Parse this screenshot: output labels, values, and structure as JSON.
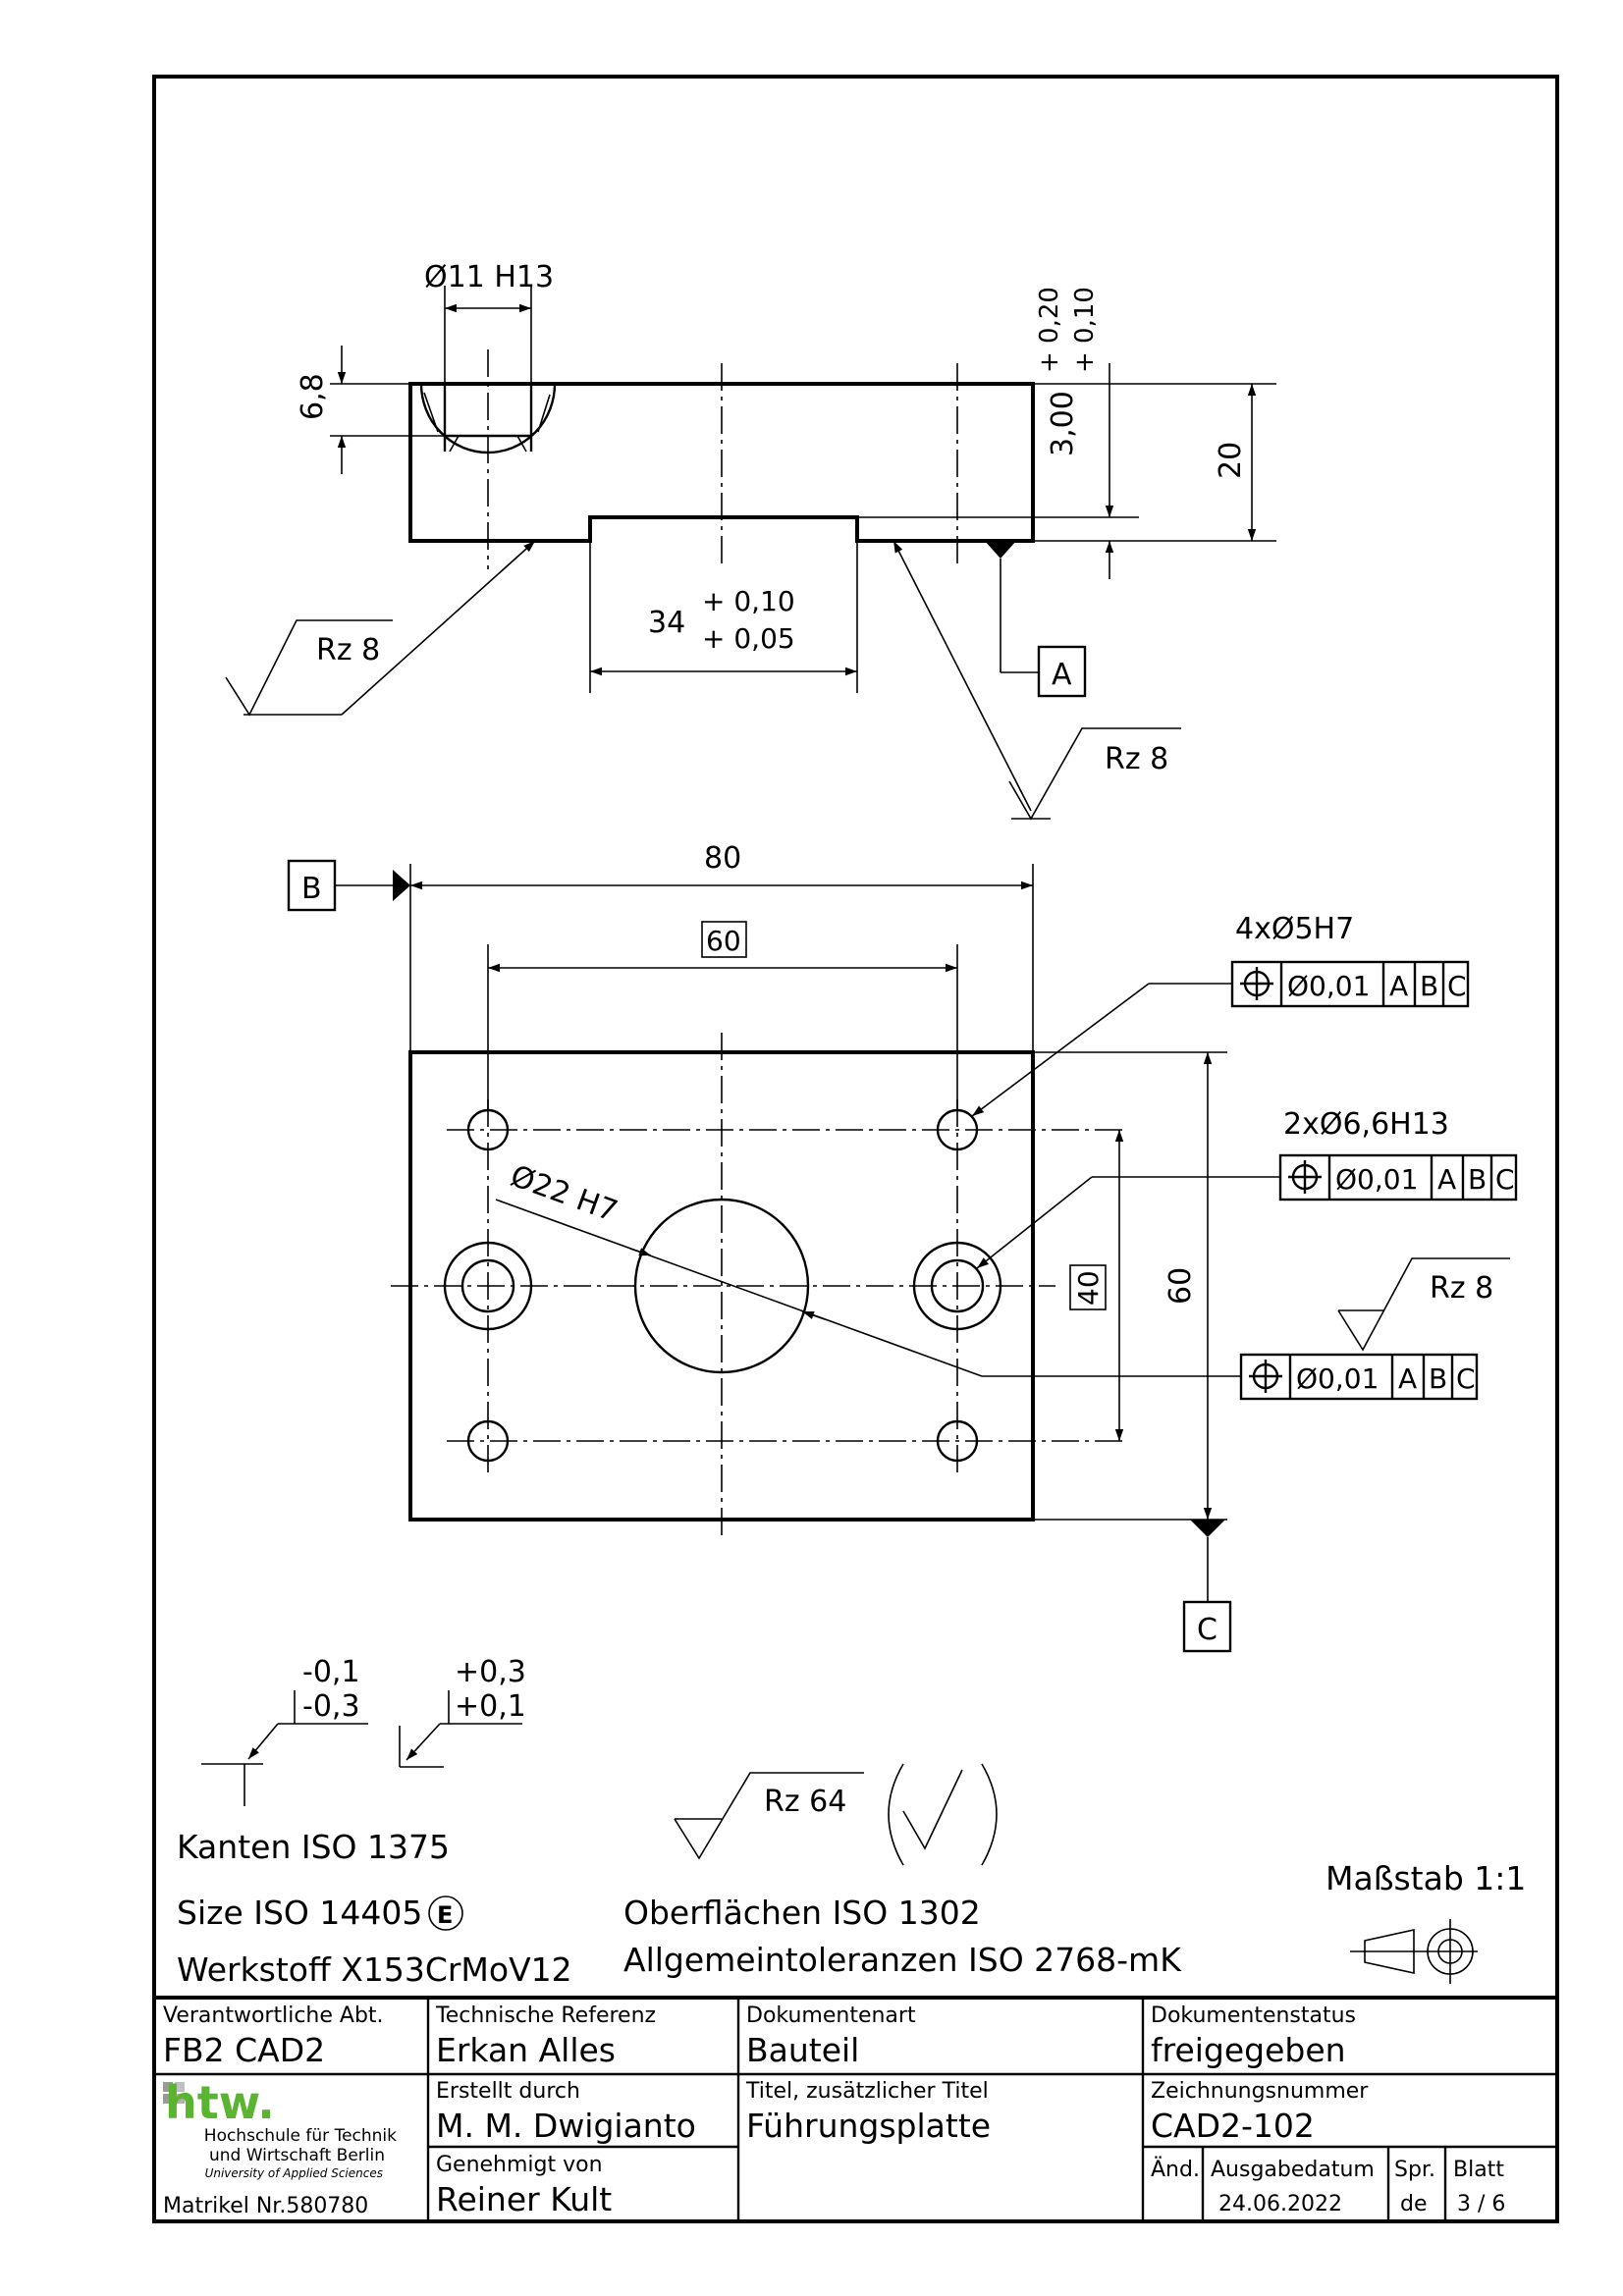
{
  "side_view": {
    "dim_bore": "Ø11 H13",
    "dim_depth": "6,8",
    "dim_height": "20",
    "dim_step_base": "3,00",
    "dim_step_upper": "+ 0,20",
    "dim_step_lower": "+ 0,10",
    "dim_slot_base": "34",
    "dim_slot_upper": "+ 0,10",
    "dim_slot_lower": "+ 0,05",
    "roughness_left": "Rz 8",
    "roughness_right": "Rz 8",
    "datum_a": "A"
  },
  "top_view": {
    "datum_b": "B",
    "datum_c": "C",
    "dim_width": "80",
    "dim_pitch_x": "60",
    "dim_height": "60",
    "dim_pitch_y": "40",
    "dim_center_bore": "Ø22 H7",
    "callout_1": {
      "note": "4xØ5H7",
      "tol": "Ø0,01",
      "d1": "A",
      "d2": "B",
      "d3": "C"
    },
    "callout_2": {
      "note": "2xØ6,6H13",
      "tol": "Ø0,01",
      "d1": "A",
      "d2": "B",
      "d3": "C"
    },
    "callout_3": {
      "roughness": "Rz 8",
      "tol": "Ø0,01",
      "d1": "A",
      "d2": "B",
      "d3": "C"
    }
  },
  "notes": {
    "edge_upper_1": "-0,1",
    "edge_lower_1": "-0,3",
    "edge_upper_2": "+0,3",
    "edge_lower_2": "+0,1",
    "general_roughness": "Rz 64",
    "edges": "Kanten ISO 1375",
    "size": "Size ISO 14405",
    "size_mark": "E",
    "material": "Werkstoff X153CrMoV12",
    "surfaces": "Oberflächen ISO 1302",
    "tolerances": "Allgemeintoleranzen ISO 2768-mK",
    "scale": "Maßstab 1:1"
  },
  "title_block": {
    "dept_label": "Verantwortliche Abt.",
    "dept_value": "FB2 CAD2",
    "ref_label": "Technische Referenz",
    "ref_value": "Erkan Alles",
    "doctype_label": "Dokumentenart",
    "doctype_value": "Bauteil",
    "status_label": "Dokumentenstatus",
    "status_value": "freigegeben",
    "logo_text": "htw.",
    "uni_line1": "Hochschule für Technik",
    "uni_line2": "und Wirtschaft Berlin",
    "uni_line3": "University of Applied Sciences",
    "created_label": "Erstellt durch",
    "created_value": "M. M. Dwigianto",
    "title_label": "Titel, zusätzlicher Titel",
    "title_value": "Führungsplatte",
    "drawno_label": "Zeichnungsnummer",
    "drawno_value": "CAD2-102",
    "approved_label": "Genehmigt von",
    "approved_value": "Reiner Kult",
    "matrikel": "Matrikel Nr.580780",
    "rev_label": "Änd.",
    "date_label": "Ausgabedatum",
    "date_value": "24.06.2022",
    "lang_label": "Spr.",
    "lang_value": "de",
    "sheet_label": "Blatt",
    "sheet_value": "3 / 6"
  }
}
